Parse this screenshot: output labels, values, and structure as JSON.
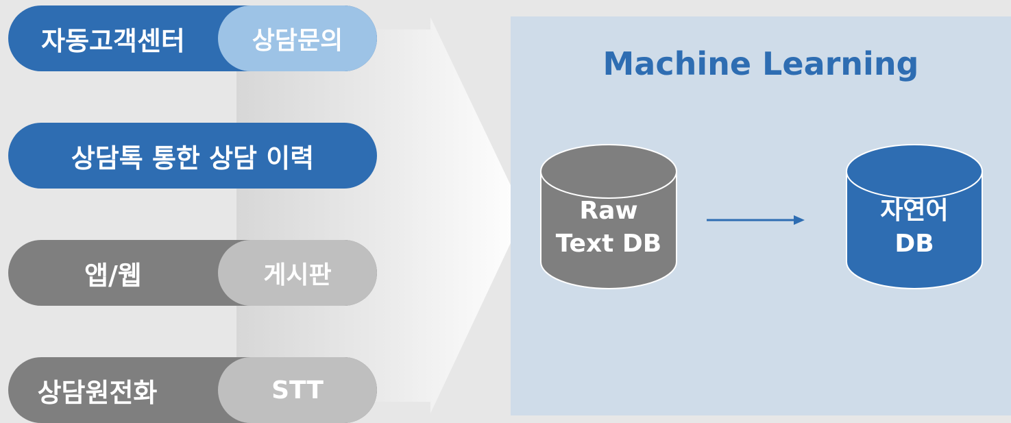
{
  "sources": [
    {
      "left_label": "자동고객센터",
      "right_label": "상담문의"
    },
    {
      "label": "상담톡 통한 상담 이력"
    },
    {
      "left_label": "앱/웹",
      "right_label": "게시판"
    },
    {
      "left_label": "상담원전화",
      "right_label": "STT"
    }
  ],
  "panel": {
    "title": "Machine Learning",
    "source_db": {
      "line1": "Raw",
      "line2": "Text DB"
    },
    "target_db": {
      "line1": "자연어",
      "line2": "DB"
    }
  },
  "colors": {
    "blue": "#2e6db2",
    "light_blue": "#9dc3e6",
    "gray": "#7f7f7f",
    "light_gray": "#bfbfbf",
    "panel": "#cfdce9"
  }
}
